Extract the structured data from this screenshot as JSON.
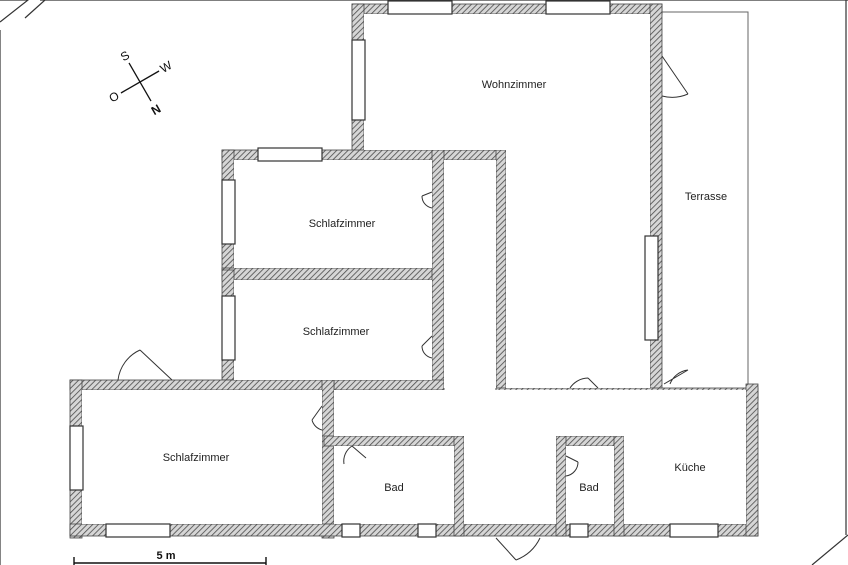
{
  "rooms": {
    "wohnzimmer": "Wohnzimmer",
    "terrasse": "Terrasse",
    "schlafzimmer_1": "Schlafzimmer",
    "schlafzimmer_2": "Schlafzimmer",
    "schlafzimmer_3": "Schlafzimmer",
    "bad_1": "Bad",
    "bad_2": "Bad",
    "kueche": "Küche"
  },
  "compass": {
    "north": "N",
    "south": "S",
    "west": "W",
    "east": "O"
  },
  "scale_bar": {
    "label": "5 m"
  }
}
